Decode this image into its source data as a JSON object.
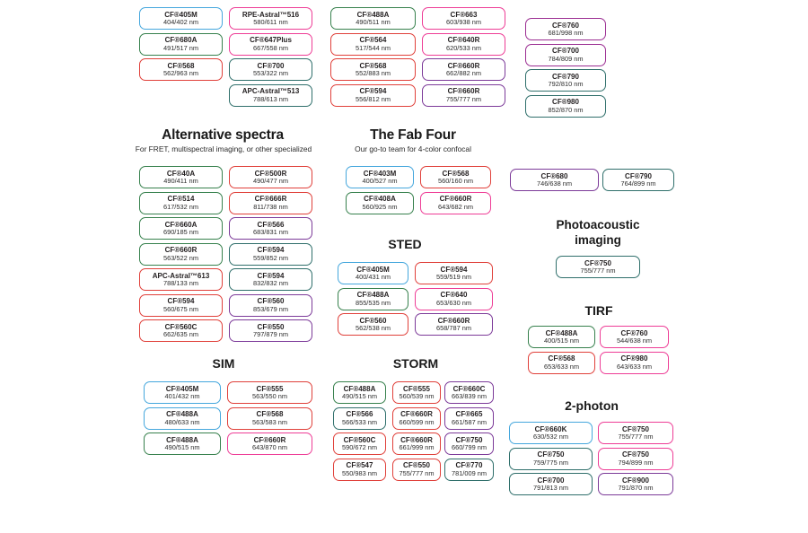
{
  "colors": {
    "blue": "#45A7DD",
    "green": "#37814D",
    "red": "#E0403A",
    "pink": "#EE3D96",
    "teal": "#2F6F6B",
    "purple": "#7C3A99",
    "plum": "#9B2D92"
  },
  "sections": {
    "top": {
      "columns": [
        [
          {
            "name": "CF®405M",
            "value": "404/402 nm",
            "color": "blue"
          },
          {
            "name": "CF®680A",
            "value": "491/517 nm",
            "color": "green"
          },
          {
            "name": "CF®568",
            "value": "562/963 nm",
            "color": "red"
          }
        ],
        [
          {
            "name": "RPE-Astral™516",
            "value": "580/611 nm",
            "color": "pink"
          },
          {
            "name": "CF®647Plus",
            "value": "667/558 nm",
            "color": "pink"
          },
          {
            "name": "CF®700",
            "value": "553/322 nm",
            "color": "teal"
          },
          {
            "name": "APC-Astral™513",
            "value": "788/613 nm",
            "color": "teal"
          }
        ],
        [
          {
            "name": "CF®488A",
            "value": "490/511 nm",
            "color": "green"
          },
          {
            "name": "CF®564",
            "value": "517/544 nm",
            "color": "red"
          },
          {
            "name": "CF®568",
            "value": "552/883 nm",
            "color": "red"
          },
          {
            "name": "CF®594",
            "value": "556/812 nm",
            "color": "red"
          }
        ],
        [
          {
            "name": "CF®663",
            "value": "603/938 nm",
            "color": "pink"
          },
          {
            "name": "CF®640R",
            "value": "620/533 nm",
            "color": "pink"
          },
          {
            "name": "CF®660R",
            "value": "662/882 nm",
            "color": "purple"
          },
          {
            "name": "CF®660R",
            "value": "755/777 nm",
            "color": "purple"
          }
        ],
        [
          {
            "name": "CF®760",
            "value": "681/998 nm",
            "color": "plum"
          },
          {
            "name": "CF®700",
            "value": "784/809 nm",
            "color": "plum"
          },
          {
            "name": "CF®790",
            "value": "792/810 nm",
            "color": "teal"
          },
          {
            "name": "CF®980",
            "value": "852/870 nm",
            "color": "teal"
          }
        ]
      ]
    },
    "alternative_spectra": {
      "title": "Alternative spectra",
      "subtitle": "For FRET, multispectral imaging, or other specialized",
      "columns": [
        [
          {
            "name": "CF®40A",
            "value": "490/411 nm",
            "color": "green"
          },
          {
            "name": "CF®514",
            "value": "617/532 nm",
            "color": "green"
          },
          {
            "name": "CF®660A",
            "value": "690/185 nm",
            "color": "green"
          },
          {
            "name": "CF®660R",
            "value": "563/522 nm",
            "color": "green"
          },
          {
            "name": "APC-Astral™613",
            "value": "788/133 nm",
            "color": "red"
          },
          {
            "name": "CF®594",
            "value": "560/675 nm",
            "color": "red"
          },
          {
            "name": "CF®560C",
            "value": "662/635 nm",
            "color": "red"
          }
        ],
        [
          {
            "name": "CF®500R",
            "value": "490/477 nm",
            "color": "red"
          },
          {
            "name": "CF®666R",
            "value": "811/738 nm",
            "color": "red"
          },
          {
            "name": "CF®566",
            "value": "683/831 nm",
            "color": "purple"
          },
          {
            "name": "CF®594",
            "value": "559/852 nm",
            "color": "teal"
          },
          {
            "name": "CF®594",
            "value": "832/832 nm",
            "color": "teal"
          },
          {
            "name": "CF®560",
            "value": "853/679 nm",
            "color": "purple"
          },
          {
            "name": "CF®550",
            "value": "797/879 nm",
            "color": "purple"
          }
        ]
      ]
    },
    "fab_four": {
      "title": "The Fab Four",
      "subtitle": "Our go-to team for 4-color confocal",
      "columns": [
        [
          {
            "name": "CF®403M",
            "value": "400/527 nm",
            "color": "blue"
          },
          {
            "name": "CF®408A",
            "value": "560/925 nm",
            "color": "green"
          }
        ],
        [
          {
            "name": "CF®568",
            "value": "560/160 nm",
            "color": "red"
          },
          {
            "name": "CF®660R",
            "value": "643/682 nm",
            "color": "pink"
          }
        ]
      ]
    },
    "nir_pair": {
      "columns": [
        [
          {
            "name": "CF®680",
            "value": "746/638 nm",
            "color": "purple"
          }
        ],
        [
          {
            "name": "CF®790",
            "value": "764/899 nm",
            "color": "teal"
          }
        ]
      ]
    },
    "photoacoustic": {
      "title": "Photoacoustic imaging",
      "columns": [
        [
          {
            "name": "CF®750",
            "value": "755/777 nm",
            "color": "teal"
          }
        ]
      ]
    },
    "sted": {
      "title": "STED",
      "columns": [
        [
          {
            "name": "CF®405M",
            "value": "400/431 nm",
            "color": "blue"
          },
          {
            "name": "CF®488A",
            "value": "855/535 nm",
            "color": "green"
          },
          {
            "name": "CF®560",
            "value": "562/538 nm",
            "color": "red"
          }
        ],
        [
          {
            "name": "CF®594",
            "value": "559/519 nm",
            "color": "red"
          },
          {
            "name": "CF®640",
            "value": "653/630 nm",
            "color": "pink"
          },
          {
            "name": "CF®660R",
            "value": "658/787 nm",
            "color": "purple"
          }
        ]
      ]
    },
    "tirf": {
      "title": "TIRF",
      "columns": [
        [
          {
            "name": "CF®488A",
            "value": "400/515 nm",
            "color": "green"
          },
          {
            "name": "CF®568",
            "value": "653/633 nm",
            "color": "red"
          }
        ],
        [
          {
            "name": "CF®760",
            "value": "544/638 nm",
            "color": "pink"
          },
          {
            "name": "CF®980",
            "value": "643/633 nm",
            "color": "pink"
          }
        ]
      ]
    },
    "sim": {
      "title": "SIM",
      "columns": [
        [
          {
            "name": "CF®405M",
            "value": "401/432 nm",
            "color": "blue"
          },
          {
            "name": "CF®488A",
            "value": "480/633 nm",
            "color": "blue"
          },
          {
            "name": "CF®488A",
            "value": "490/515 nm",
            "color": "green"
          }
        ],
        [
          {
            "name": "CF®555",
            "value": "563/550 nm",
            "color": "red"
          },
          {
            "name": "CF®568",
            "value": "563/583 nm",
            "color": "red"
          },
          {
            "name": "CF®660R",
            "value": "643/870 nm",
            "color": "pink"
          }
        ]
      ]
    },
    "storm": {
      "title": "STORM",
      "columns": [
        [
          {
            "name": "CF®488A",
            "value": "490/515 nm",
            "color": "green"
          },
          {
            "name": "CF®566",
            "value": "566/533 nm",
            "color": "teal"
          },
          {
            "name": "CF®560C",
            "value": "590/672 nm",
            "color": "red"
          },
          {
            "name": "CF®547",
            "value": "550/983 nm",
            "color": "red"
          }
        ],
        [
          {
            "name": "CF®555",
            "value": "560/539 nm",
            "color": "red"
          },
          {
            "name": "CF®660R",
            "value": "660/599 nm",
            "color": "red"
          },
          {
            "name": "CF®660R",
            "value": "661/999 nm",
            "color": "red"
          },
          {
            "name": "CF®550",
            "value": "755/777 nm",
            "color": "red"
          }
        ],
        [
          {
            "name": "CF®660C",
            "value": "663/839 nm",
            "color": "purple"
          },
          {
            "name": "CF®665",
            "value": "661/587 nm",
            "color": "purple"
          },
          {
            "name": "CF®750",
            "value": "660/799 nm",
            "color": "purple"
          },
          {
            "name": "CF®770",
            "value": "781/009 nm",
            "color": "teal"
          }
        ]
      ]
    },
    "two_photon": {
      "title": "2-photon",
      "columns": [
        [
          {
            "name": "CF®660K",
            "value": "630/532 nm",
            "color": "blue"
          },
          {
            "name": "CF®750",
            "value": "759/775 nm",
            "color": "teal"
          },
          {
            "name": "CF®700",
            "value": "791/813 nm",
            "color": "teal"
          }
        ],
        [
          {
            "name": "CF®750",
            "value": "755/777 nm",
            "color": "pink"
          },
          {
            "name": "CF®750",
            "value": "794/899 nm",
            "color": "pink"
          },
          {
            "name": "CF®900",
            "value": "791/870 nm",
            "color": "purple"
          }
        ]
      ]
    }
  }
}
